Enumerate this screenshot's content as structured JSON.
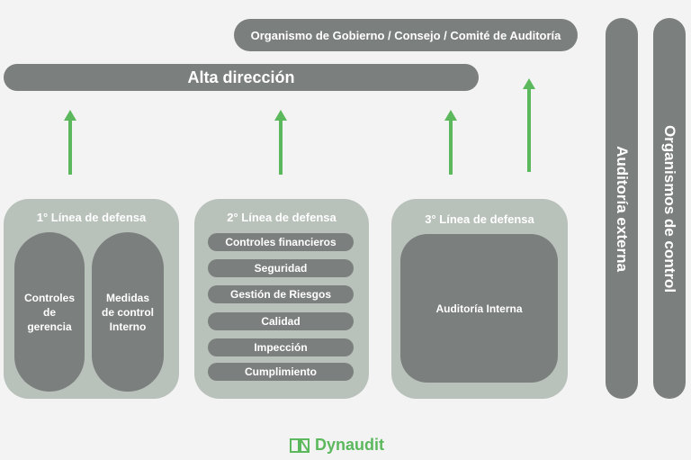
{
  "header": {
    "governance": "Organismo de Gobierno / Consejo / Comité de Auditoría",
    "senior_management": "Alta dirección"
  },
  "lines": [
    {
      "title": "1° Línea de defensa",
      "items": [
        "Controles de gerencia",
        "Medidas de control Interno"
      ]
    },
    {
      "title": "2° Línea de defensa",
      "items": [
        "Controles financieros",
        "Seguridad",
        "Gestión de Riesgos",
        "Calidad",
        "Impección",
        "Cumplimiento"
      ]
    },
    {
      "title": "3° Línea de defensa",
      "items": [
        "Auditoría Interna"
      ]
    }
  ],
  "side": {
    "external_audit": "Auditoría externa",
    "control_bodies": "Organismos de control"
  },
  "brand": {
    "name": "Dynaudit"
  },
  "colors": {
    "dark_gray": "#7b7f7e",
    "light_gray": "#b9c1bb",
    "arrow_green": "#5cb85c",
    "background": "#f3f3f3"
  }
}
